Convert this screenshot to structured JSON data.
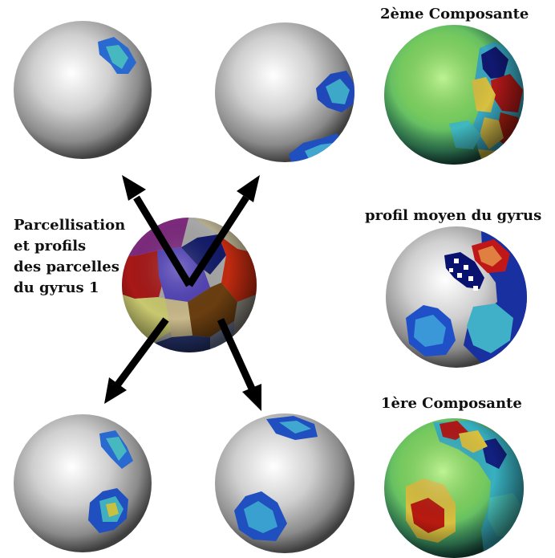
{
  "labels": {
    "center": [
      "Parcellisation",
      "et profils",
      "des parcelles",
      "du gyrus 1"
    ],
    "second_component": "2ème Composante",
    "mean_profile": "profil moyen du gyrus",
    "first_component": "1ère Composante"
  },
  "colors": {
    "sphere_light": "#ffffff",
    "sphere_mid": "#b9b9b9",
    "sphere_dark": "#3e3e3e",
    "arrow": "#000000",
    "blue_patch": "#2050d0",
    "cyan_patch": "#40b8c8",
    "green_sphere": "#7ed860",
    "dark_red": "#b01010",
    "yellow": "#d8c040",
    "navy": "#101870"
  },
  "spheres": [
    {
      "name": "sphere-top-left",
      "fill": "grey"
    },
    {
      "name": "sphere-top-middle",
      "fill": "grey"
    },
    {
      "name": "sphere-second-component",
      "fill": "green"
    },
    {
      "name": "sphere-parcellation-center",
      "fill": "parcels"
    },
    {
      "name": "sphere-mean-profile",
      "fill": "grey"
    },
    {
      "name": "sphere-bottom-left",
      "fill": "grey"
    },
    {
      "name": "sphere-bottom-middle",
      "fill": "grey"
    },
    {
      "name": "sphere-first-component",
      "fill": "green"
    }
  ]
}
